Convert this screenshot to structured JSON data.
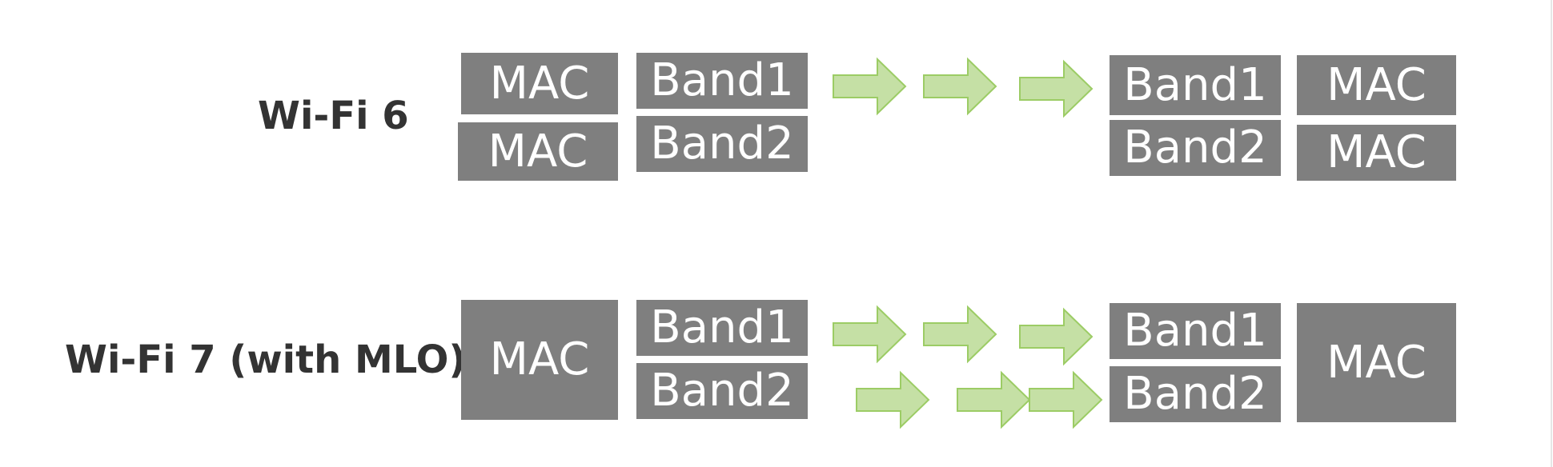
{
  "rows": [
    {
      "label": "Wi-Fi 6",
      "sender": [
        {
          "mac": "MAC",
          "band": "Band1"
        },
        {
          "mac": "MAC",
          "band": "Band2"
        }
      ],
      "receiver": [
        {
          "band": "Band1",
          "mac": "MAC"
        },
        {
          "band": "Band2",
          "mac": "MAC"
        }
      ]
    },
    {
      "label": "Wi-Fi 7 (with MLO)",
      "sender_mac": "MAC",
      "sender_bands": [
        "Band1",
        "Band2"
      ],
      "receiver_bands": [
        "Band1",
        "Band2"
      ],
      "receiver_mac": "MAC"
    }
  ],
  "colors": {
    "box_fill": "#7f7f7f",
    "box_text": "#ffffff",
    "label_text": "#333333",
    "arrow_fill": "#c5e0a5",
    "arrow_stroke": "#9ccc65"
  },
  "icons": {
    "arrow": "arrow-right-icon"
  }
}
